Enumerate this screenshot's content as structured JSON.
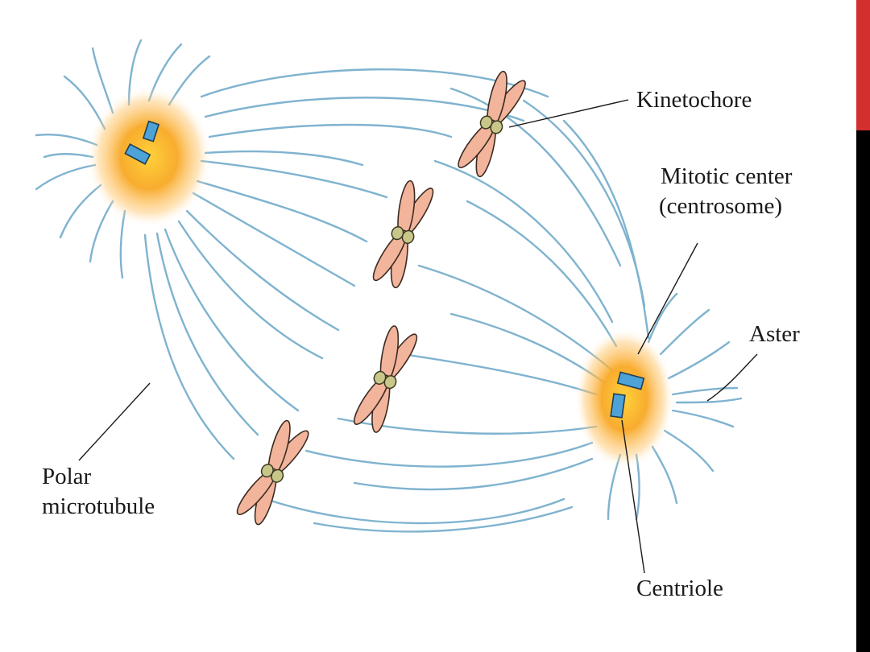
{
  "labels": {
    "kinetochore": "Kinetochore",
    "mitotic_center_line1": "Mitotic center",
    "mitotic_center_line2": "(centrosome)",
    "aster": "Aster",
    "polar_line1": "Polar",
    "polar_line2": "microtubule",
    "centriole": "Centriole"
  },
  "colors": {
    "microtubule": "#7fb3cf",
    "kinetochore_microtubule": "#111111",
    "chromosome": "#f2b49b",
    "centrosome_glow": "#f7a21c",
    "centriole": "#4da3d8",
    "kinetochore": "#c9c68a",
    "edge_bar_red": "#d32f2f",
    "edge_bar_black": "#000000"
  }
}
